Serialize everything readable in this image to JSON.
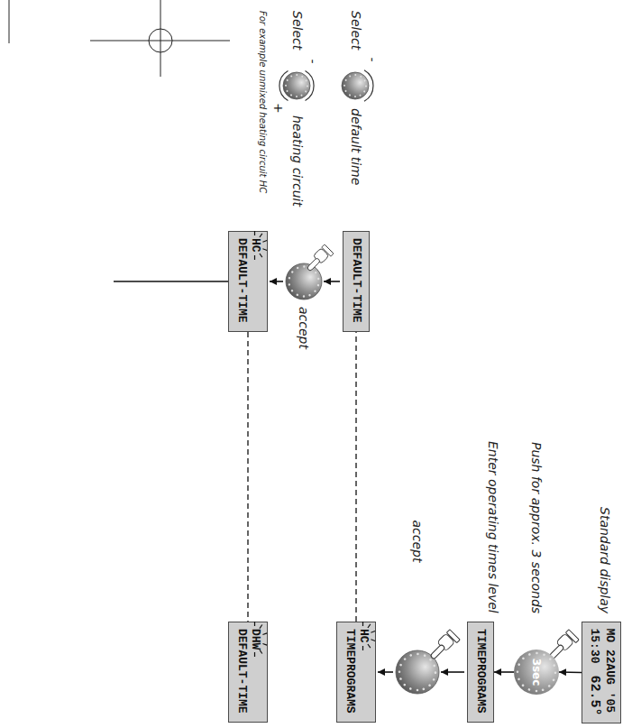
{
  "diagram": {
    "nodes": [
      {
        "text": [
          "MO 22AUG '05",
          "15:30",
          "62.5°"
        ]
      },
      {
        "text": [
          "3sec"
        ]
      },
      {
        "text": [
          "TIMEPROGRAMS"
        ]
      },
      {
        "text": [
          "HC",
          "TIMEPROGRAMS"
        ]
      },
      {
        "text": [
          "DEFAULT-TIME"
        ]
      },
      {
        "text": [
          "HC",
          "DEFAULT-TIME"
        ]
      },
      {
        "text": [
          "DHW",
          "DEFAULT-TIME"
        ]
      }
    ],
    "edges": [
      {
        "from": 0,
        "to": 1,
        "arrow": "to"
      },
      {
        "from": 1,
        "to": 2,
        "arrow": "to"
      },
      {
        "from": 3,
        "to": 4,
        "arrow": "none"
      },
      {
        "from": 5,
        "to": 6,
        "arrow": "none"
      }
    ],
    "labels": [
      "Standard display",
      "Push for approx. 3 seconds",
      "Enter operating times level",
      "accept",
      "Select",
      "-",
      "default time",
      "accept",
      "Select",
      "-",
      "+",
      "heating circuit",
      "For example unmixed heating circuit HC"
    ]
  }
}
